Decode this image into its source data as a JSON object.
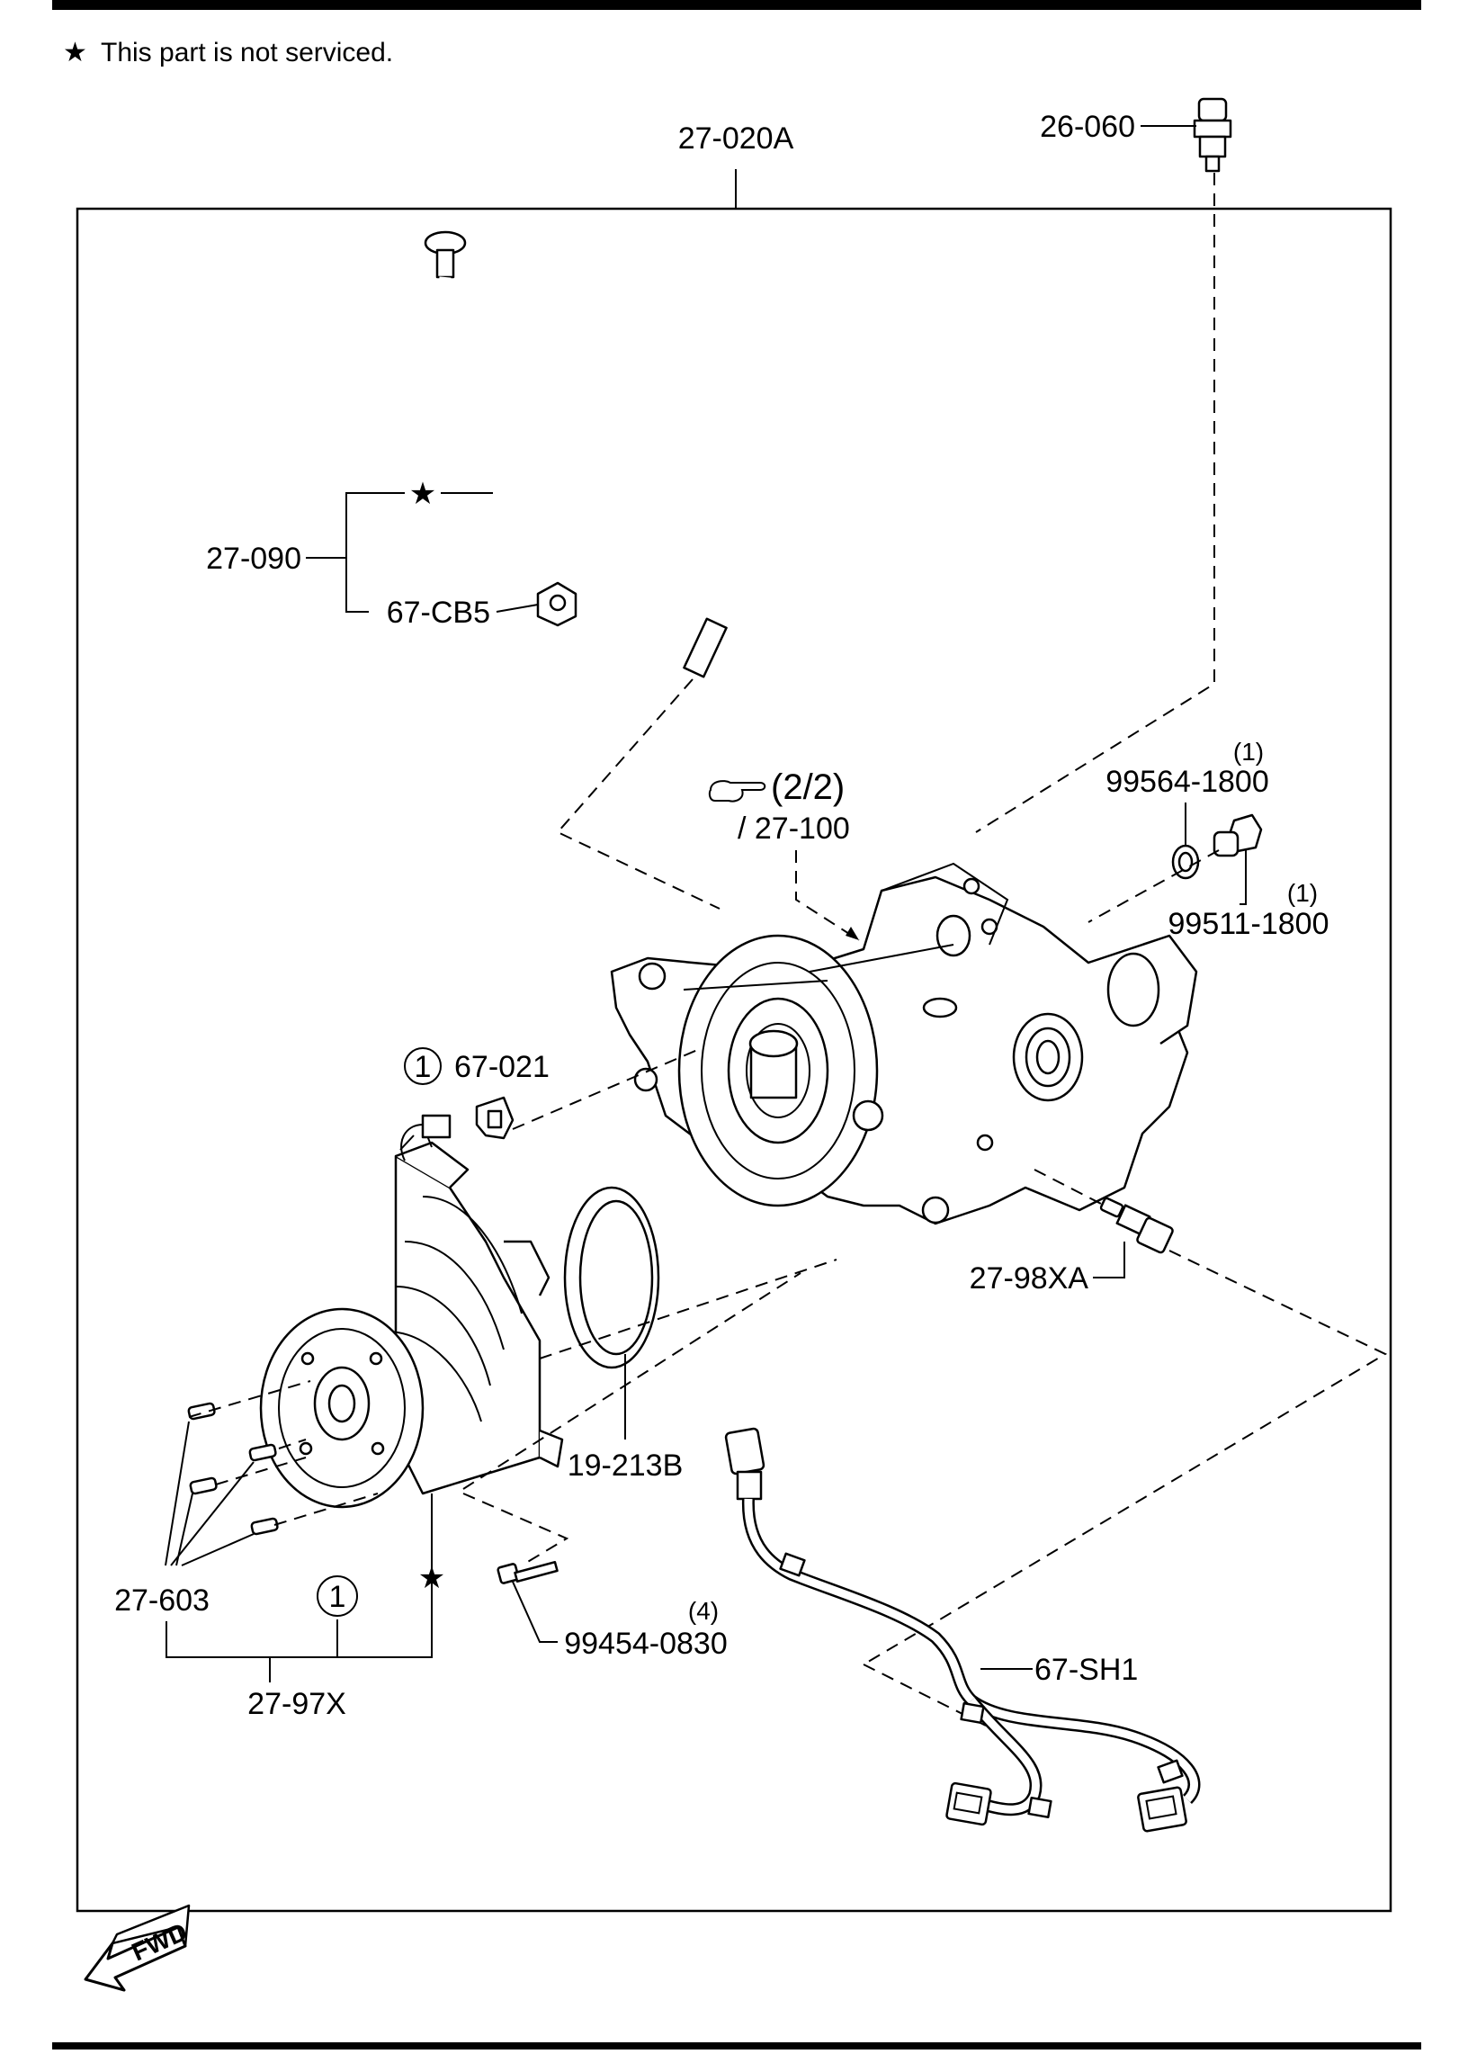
{
  "note": {
    "star": "★",
    "text": "This part is not serviced."
  },
  "labels": {
    "assembly": "27-020A",
    "sensor_top": "26-060",
    "breather": "27-090",
    "clip": "67-CB5",
    "ref_page": "(2/2)",
    "ref_part": "/ 27-100",
    "gasket": "99564-1800",
    "gasket_qty": "(1)",
    "plug": "99511-1800",
    "plug_qty": "(1)",
    "circle_num_1": "1",
    "connector_clip": "67-021",
    "temp_sensor": "27-98XA",
    "seal": "19-213B",
    "studs": "27-603",
    "circle_num_2": "1",
    "motor": "27-97X",
    "bolt": "99454-0830",
    "bolt_qty": "(4)",
    "harness": "67-SH1"
  },
  "icons": {
    "star": "star-icon",
    "pointing_hand": "pointing-hand-icon",
    "fwd_arrow": "fwd-arrow-icon"
  },
  "fwd_text": "FWD"
}
